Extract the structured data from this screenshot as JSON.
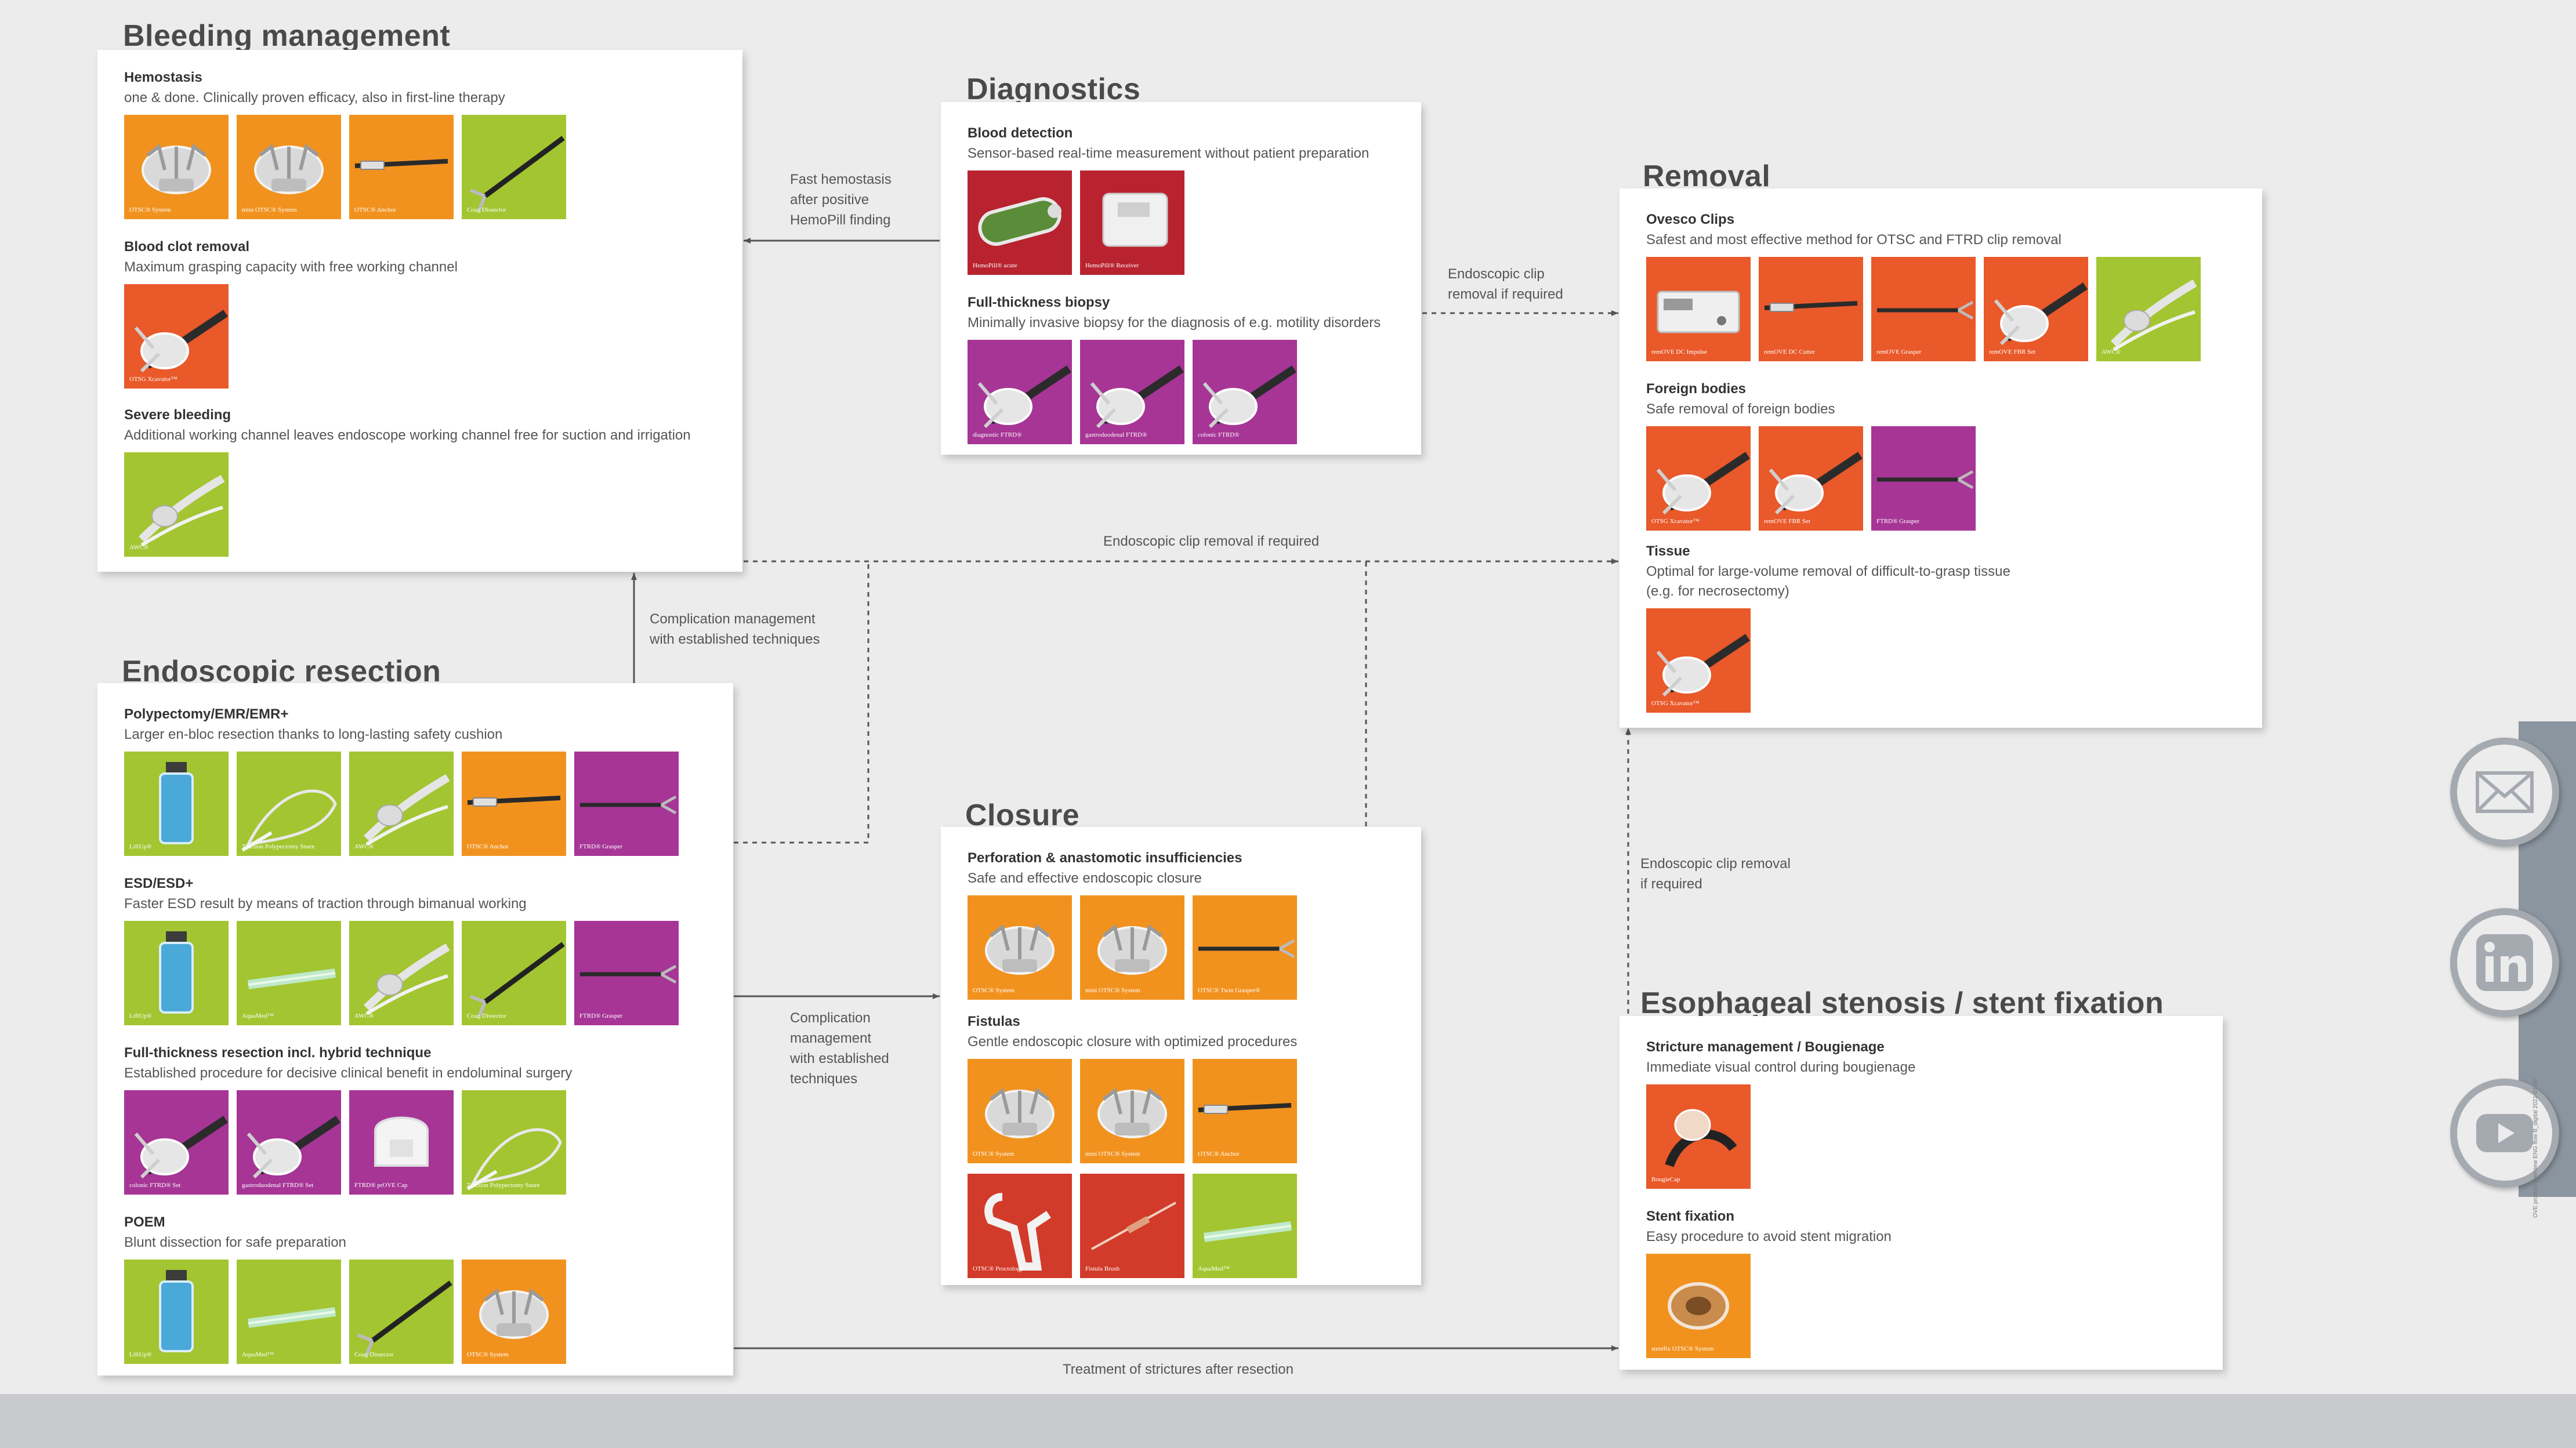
{
  "sections": {
    "bleeding": {
      "title": "Bleeding management",
      "groups": [
        {
          "title": "Hemostasis",
          "desc": "one & done. Clinically proven efficacy, also in first-line therapy",
          "tiles": [
            {
              "label": "OTSC® System",
              "color": "#f1921f",
              "icon": "clip-icon"
            },
            {
              "label": "mini OTSC® System",
              "color": "#f1921f",
              "icon": "clip-icon"
            },
            {
              "label": "OTSC® Anchor",
              "color": "#f1921f",
              "icon": "catheter-icon"
            },
            {
              "label": "Coag Dissector",
              "color": "#a3c531",
              "icon": "forceps-icon"
            }
          ]
        },
        {
          "title": "Blood clot removal",
          "desc": "Maximum grasping capacity with free working channel",
          "tiles": [
            {
              "label": "OTSG Xcavator™",
              "color": "#e9592a",
              "icon": "cap-icon"
            }
          ]
        },
        {
          "title": "Severe bleeding",
          "desc": "Additional working channel leaves endoscope working channel free for suction and irrigation",
          "tiles": [
            {
              "label": "AWC®",
              "color": "#a3c531",
              "icon": "channel-icon"
            }
          ]
        }
      ]
    },
    "diagnostics": {
      "title": "Diagnostics",
      "groups": [
        {
          "title": "Blood detection",
          "desc": "Sensor-based real-time measurement without patient preparation",
          "tiles": [
            {
              "label": "HemoPill® acute",
              "color": "#b8232f",
              "icon": "capsule-icon"
            },
            {
              "label": "HemoPill® Receiver",
              "color": "#b8232f",
              "icon": "receiver-icon"
            }
          ]
        },
        {
          "title": "Full-thickness biopsy",
          "desc": "Minimally invasive biopsy for the diagnosis of e.g. motility disorders",
          "tiles": [
            {
              "label": "diagnostic FTRD®",
              "color": "#a63596",
              "icon": "cap-icon"
            },
            {
              "label": "gastroduodenal FTRD®",
              "color": "#a63596",
              "icon": "cap-icon"
            },
            {
              "label": "colonic FTRD®",
              "color": "#a63596",
              "icon": "cap-icon"
            }
          ]
        }
      ]
    },
    "removal": {
      "title": "Removal",
      "groups": [
        {
          "title": "Ovesco Clips",
          "desc": "Safest and most effective method for OTSC and FTRD clip removal",
          "tiles": [
            {
              "label": "remOVE DC Impulse",
              "color": "#e9592a",
              "icon": "generator-icon"
            },
            {
              "label": "remOVE DC Cutter",
              "color": "#e9592a",
              "icon": "catheter-icon"
            },
            {
              "label": "remOVE Grasper",
              "color": "#e9592a",
              "icon": "grasper-icon"
            },
            {
              "label": "remOVE FBR Set",
              "color": "#e9592a",
              "icon": "cap-icon"
            },
            {
              "label": "AWC®",
              "color": "#a3c531",
              "icon": "channel-icon"
            }
          ]
        },
        {
          "title": "Foreign bodies",
          "desc": "Safe removal of foreign bodies",
          "tiles": [
            {
              "label": "OTSG Xcavator™",
              "color": "#e9592a",
              "icon": "cap-icon"
            },
            {
              "label": "remOVE FBR Set",
              "color": "#e9592a",
              "icon": "cap-icon"
            },
            {
              "label": "FTRD® Grasper",
              "color": "#a63596",
              "icon": "grasper-icon"
            }
          ]
        },
        {
          "title": "Tissue",
          "desc": "Optimal for large-volume removal of difficult-to-grasp tissue",
          "desc2": "(e.g. for necrosectomy)",
          "tiles": [
            {
              "label": "OTSG Xcavator™",
              "color": "#e9592a",
              "icon": "cap-icon"
            }
          ]
        }
      ]
    },
    "resection": {
      "title": "Endoscopic resection",
      "groups": [
        {
          "title": "Polypectomy/EMR/EMR+",
          "desc": "Larger en-bloc resection thanks to long-lasting safety cushion",
          "tiles": [
            {
              "label": "LiftUp®",
              "color": "#a3c531",
              "icon": "vial-icon"
            },
            {
              "label": "Traction Polypectomy Snare",
              "color": "#a3c531",
              "icon": "snare-icon"
            },
            {
              "label": "AWC®",
              "color": "#a3c531",
              "icon": "channel-icon"
            },
            {
              "label": "OTSC® Anchor",
              "color": "#f1921f",
              "icon": "catheter-icon"
            },
            {
              "label": "FTRD® Grasper",
              "color": "#a63596",
              "icon": "grasper-icon"
            }
          ]
        },
        {
          "title": "ESD/ESD+",
          "desc": "Faster ESD result by means of traction through bimanual working",
          "tiles": [
            {
              "label": "LiftUp®",
              "color": "#a3c531",
              "icon": "vial-icon"
            },
            {
              "label": "AquaMed™",
              "color": "#a3c531",
              "icon": "needle-icon"
            },
            {
              "label": "AWC®",
              "color": "#a3c531",
              "icon": "channel-icon"
            },
            {
              "label": "Coag Dissector",
              "color": "#a3c531",
              "icon": "forceps-icon"
            },
            {
              "label": "FTRD® Grasper",
              "color": "#a63596",
              "icon": "grasper-icon"
            }
          ]
        },
        {
          "title": "Full-thickness resection incl. hybrid technique",
          "desc": "Established procedure for decisive clinical benefit in endoluminal surgery",
          "tiles": [
            {
              "label": "colonic FTRD® Set",
              "color": "#a63596",
              "icon": "cap-icon"
            },
            {
              "label": "gastroduodenal FTRD® Set",
              "color": "#a63596",
              "icon": "cap-icon"
            },
            {
              "label": "FTRD® prOVE Cap",
              "color": "#a63596",
              "icon": "dome-icon"
            },
            {
              "label": "Traction Polypectomy Snare",
              "color": "#a3c531",
              "icon": "snare-icon"
            }
          ]
        },
        {
          "title": "POEM",
          "desc": "Blunt dissection for safe preparation",
          "tiles": [
            {
              "label": "LiftUp®",
              "color": "#a3c531",
              "icon": "vial-icon"
            },
            {
              "label": "AquaMed™",
              "color": "#a3c531",
              "icon": "needle-icon"
            },
            {
              "label": "Coag Dissector",
              "color": "#a3c531",
              "icon": "forceps-icon"
            },
            {
              "label": "OTSC® System",
              "color": "#f1921f",
              "icon": "clip-icon"
            }
          ]
        }
      ]
    },
    "closure": {
      "title": "Closure",
      "groups": [
        {
          "title": "Perforation & anastomotic insufficiencies",
          "desc": "Safe and effective endoscopic closure",
          "tiles": [
            {
              "label": "OTSC® System",
              "color": "#f1921f",
              "icon": "clip-icon"
            },
            {
              "label": "mini OTSC® System",
              "color": "#f1921f",
              "icon": "clip-icon"
            },
            {
              "label": "OTSC® Twin Grasper®",
              "color": "#f1921f",
              "icon": "grasper-icon"
            }
          ]
        },
        {
          "title": "Fistulas",
          "desc": "Gentle endoscopic closure with optimized procedures",
          "tiles": [
            {
              "label": "OTSC® System",
              "color": "#f1921f",
              "icon": "clip-icon"
            },
            {
              "label": "mini OTSC® System",
              "color": "#f1921f",
              "icon": "clip-icon"
            },
            {
              "label": "OTSC® Anchor",
              "color": "#f1921f",
              "icon": "catheter-icon"
            },
            {
              "label": "OTSC® Proctology",
              "color": "#d23a2a",
              "icon": "applicator-icon"
            },
            {
              "label": "Fistula Brush",
              "color": "#d23a2a",
              "icon": "brush-icon"
            },
            {
              "label": "AquaMed™",
              "color": "#a3c531",
              "icon": "needle-icon"
            }
          ]
        }
      ]
    },
    "stenosis": {
      "title": "Esophageal stenosis / stent fixation",
      "groups": [
        {
          "title": "Stricture management / Bougienage",
          "desc": "Immediate visual control during bougienage",
          "tiles": [
            {
              "label": "BougieCap",
              "color": "#e9592a",
              "icon": "bougie-icon"
            }
          ]
        },
        {
          "title": "Stent fixation",
          "desc": "Easy procedure to avoid stent migration",
          "tiles": [
            {
              "label": "stentfix OTSC® System",
              "color": "#f1921f",
              "icon": "ring-icon"
            }
          ]
        }
      ]
    }
  },
  "edge_labels": {
    "fast_hemostasis": [
      "Fast hemostasis",
      "after positive",
      "HemoPill finding"
    ],
    "clip_removal_diag": [
      "Endoscopic clip",
      "removal if required"
    ],
    "clip_removal_center": [
      "Endoscopic clip removal if required"
    ],
    "complication_bleeding": [
      "Complication management",
      "with established techniques"
    ],
    "complication_closure": [
      "Complication",
      "management",
      "with established",
      "techniques"
    ],
    "clip_removal_stenosis": [
      "Endoscopic clip removal",
      "if required"
    ],
    "strictures": [
      "Treatment of strictures after resection"
    ]
  },
  "social": [
    {
      "name": "mail",
      "icon": "mail-icon"
    },
    {
      "name": "linkedin",
      "icon": "linkedin-icon"
    },
    {
      "name": "youtube",
      "icon": "youtube-icon"
    }
  ],
  "doc_ref": "OVE product overview ENG flow B_digital 2021-07-06",
  "colors": {
    "orange": "#f1921f",
    "red_orange": "#e9592a",
    "green": "#a3c531",
    "purple": "#a63596",
    "crimson": "#b8232f",
    "brick": "#d23a2a",
    "connector": "#555555",
    "footer_band": "#c7c9cd"
  }
}
